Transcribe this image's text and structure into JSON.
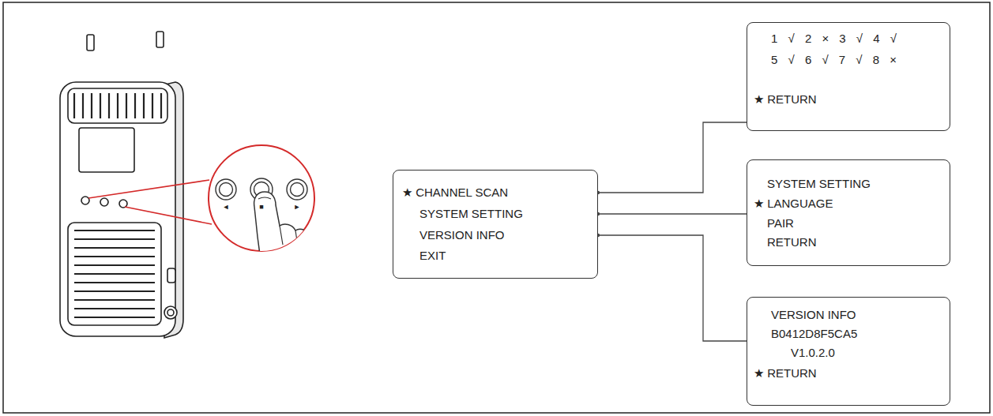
{
  "diagram": {
    "nodes": [
      {
        "text": [
          "★ CHANNEL SCAN",
          "SYSTEM SETTING",
          "VERSION INFO",
          "EXIT"
        ]
      },
      {
        "text": [
          "1 √ 2 × 3 √ 4 √",
          "5 √ 6 √ 7 √ 8 ×",
          "★ RETURN"
        ]
      },
      {
        "text": [
          "SYSTEM SETTING",
          "★ LANGUAGE",
          "PAIR",
          "RETURN"
        ]
      },
      {
        "text": [
          "VERSION INFO",
          "B0412D8F5CA5",
          "V1.0.2.0",
          "★ RETURN"
        ]
      }
    ],
    "edges": [
      {
        "from": 0,
        "to": 1,
        "arrow": "none"
      },
      {
        "from": 0,
        "to": 2,
        "arrow": "none"
      },
      {
        "from": 0,
        "to": 3,
        "arrow": "none"
      }
    ],
    "labels": [
      "◄",
      "■",
      "►"
    ]
  }
}
